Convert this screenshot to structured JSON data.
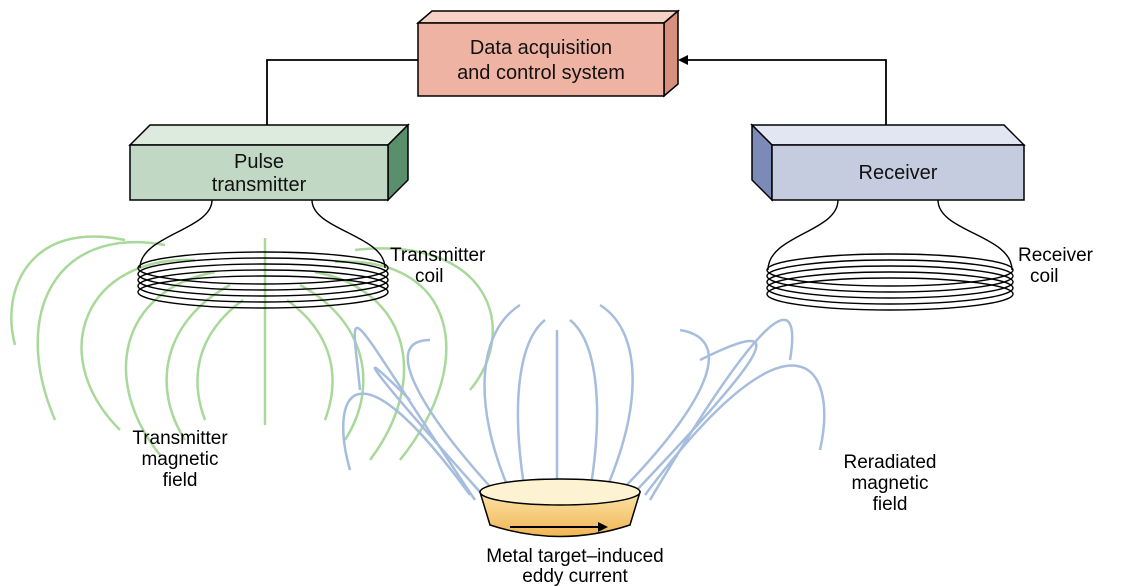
{
  "colors": {
    "daq_box": "#eeb3a3",
    "transmitter_box": "#c0d8c4",
    "receiver_box": "#c5cce0",
    "transmitter_field": "#a9d99a",
    "reradiated_field": "#a6bddd",
    "target": "#f6c86a",
    "wire": "#000000"
  },
  "daq": {
    "line1": "Data acquisition",
    "line2": "and control system"
  },
  "transmitter": {
    "line1": "Pulse",
    "line2": "transmitter"
  },
  "receiver": {
    "label": "Receiver"
  },
  "transmitter_coil": {
    "line1": "Transmitter",
    "line2": "coil"
  },
  "receiver_coil": {
    "line1": "Receiver",
    "line2": "coil"
  },
  "transmitter_field_label": {
    "line1": "Transmitter",
    "line2": "magnetic",
    "line3": "field"
  },
  "reradiated_field_label": {
    "line1": "Reradiated",
    "line2": "magnetic",
    "line3": "field"
  },
  "target_label": {
    "line1": "Metal target–induced",
    "line2": "eddy current"
  }
}
